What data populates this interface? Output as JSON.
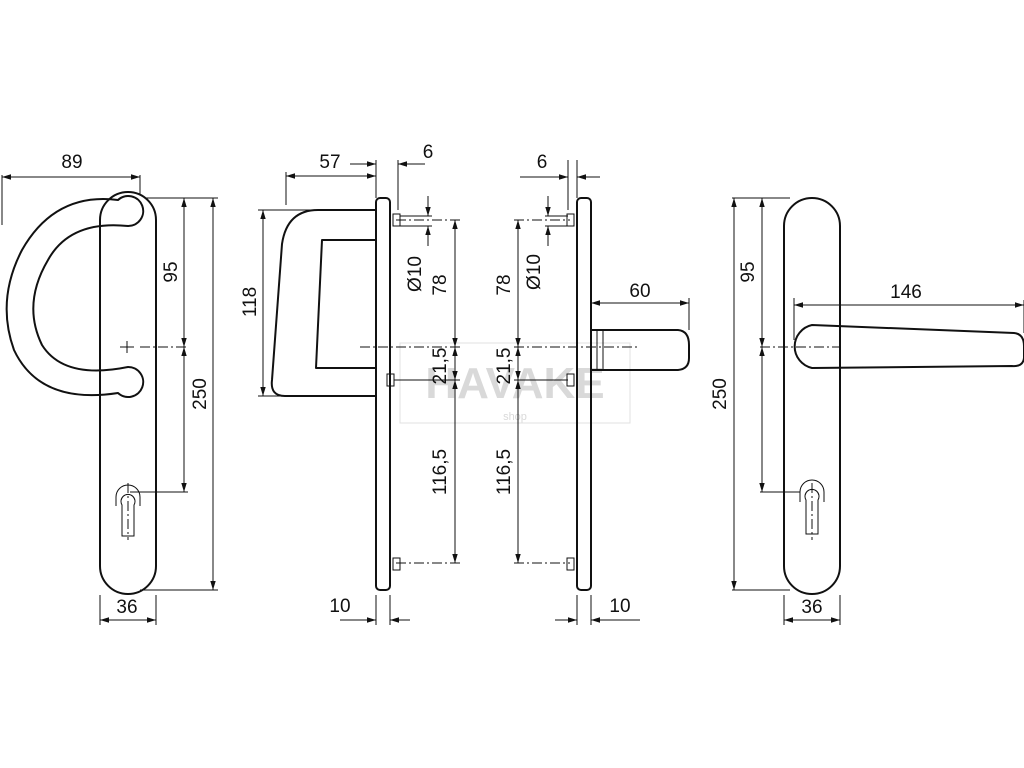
{
  "watermark": {
    "brand": "HAVAKE",
    "sub": "shop"
  },
  "dims": {
    "v1_width": "89",
    "v1_top": "95",
    "v1_plate": "250",
    "v1_plate_w": "36",
    "v2_depth": "57",
    "v2_height": "118",
    "v2_rose": "6",
    "v2_dia": "Ø10",
    "v2_78": "78",
    "v2_21": "21,5",
    "v2_116": "116,5",
    "v2_plate_t": "10",
    "v3_rose": "6",
    "v3_78": "78",
    "v3_dia": "Ø10",
    "v3_21": "21,5",
    "v3_116": "116,5",
    "v3_lever": "60",
    "v3_plate_t": "10",
    "v4_plate": "250",
    "v4_top": "95",
    "v4_lever": "146",
    "v4_plate_w": "36"
  }
}
